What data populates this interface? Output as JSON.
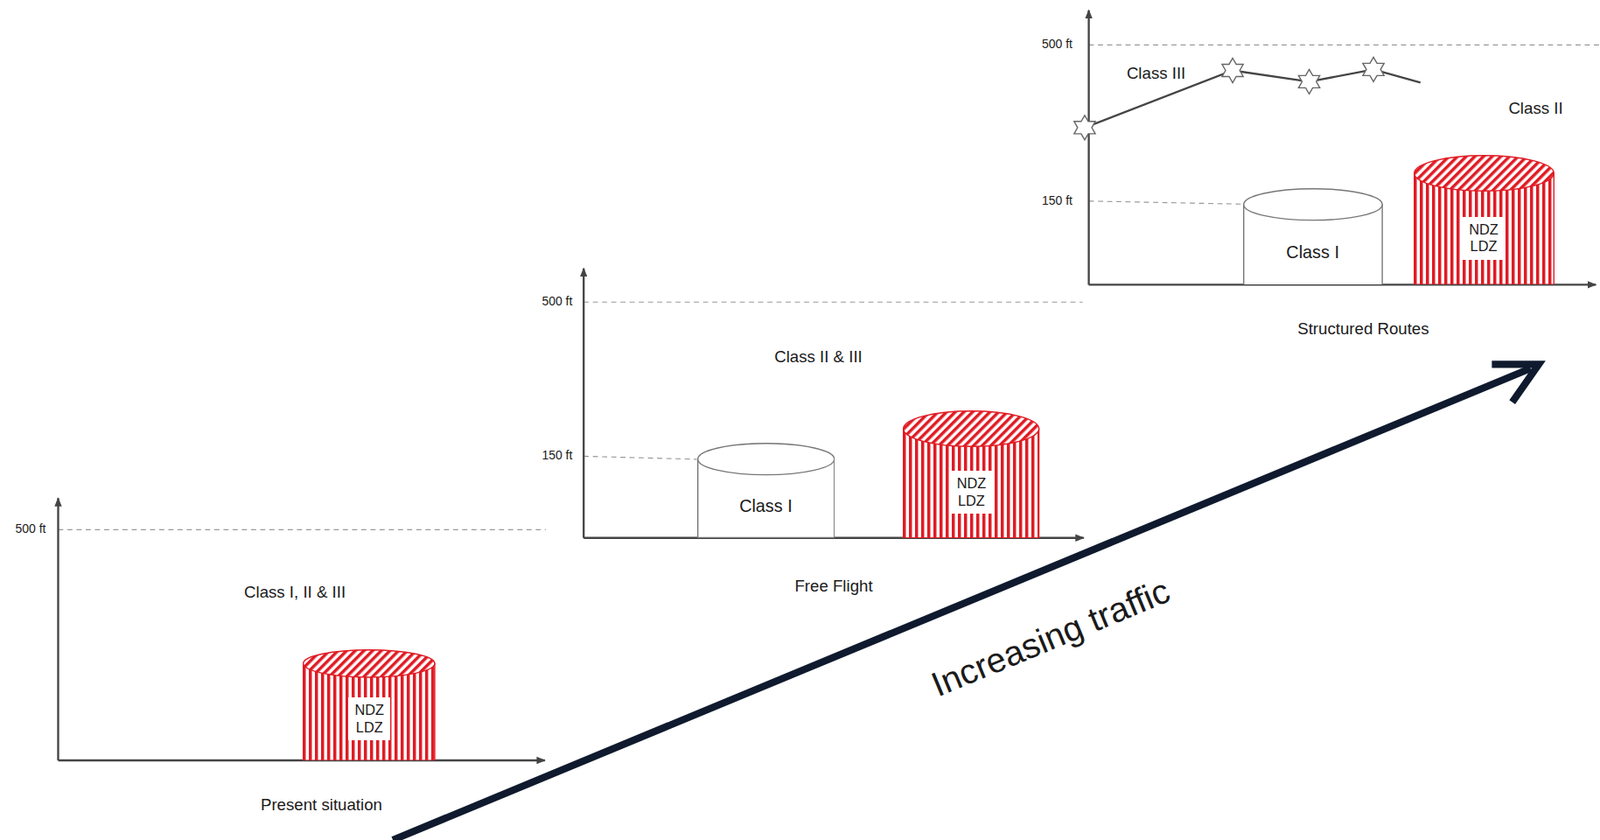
{
  "diagram": {
    "nodes": [
      {
        "text": [
          "NDZ",
          "LDZ"
        ]
      },
      {
        "text": [
          "Class I"
        ]
      },
      {
        "text": [
          "NDZ",
          "LDZ"
        ]
      },
      {
        "text": [
          "Class I"
        ]
      },
      {
        "text": [
          "NDZ",
          "LDZ"
        ]
      }
    ],
    "labels": [
      "500 ft",
      "Class I, II & III",
      "Present situation",
      "500 ft",
      "150 ft",
      "Class II & III",
      "Free Flight",
      "500 ft",
      "150 ft",
      "Class III",
      "Class II",
      "Structured Routes",
      "Increasing traffic"
    ]
  }
}
